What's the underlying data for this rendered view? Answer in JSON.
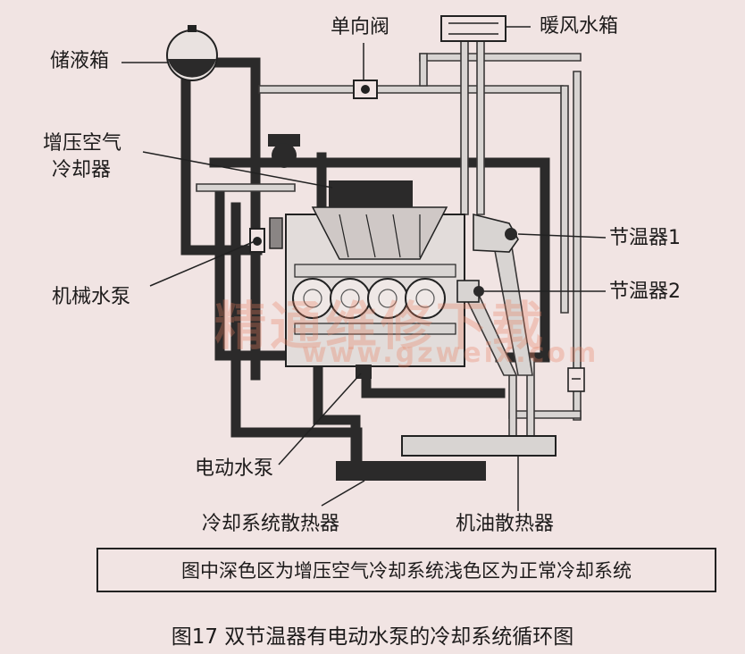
{
  "labels": {
    "reservoir": "储液箱",
    "check_valve": "单向阀",
    "heater_core": "暖风水箱",
    "intercooler_line1": "增压空气",
    "intercooler_line2": "冷却器",
    "thermostat1": "节温器1",
    "mech_pump": "机械水泵",
    "thermostat2": "节温器2",
    "elec_pump": "电动水泵",
    "radiator": "冷却系统散热器",
    "oil_cooler": "机油散热器"
  },
  "caption_box": "图中深色区为增压空气冷却系统浅色区为正常冷却系统",
  "figure_title": "图17    双节温器有电动水泵的冷却系统循环图",
  "watermark": {
    "text": "精通维修下载",
    "url": "www.gzweix.com"
  },
  "colors": {
    "background": "#f1e4e3",
    "dark_circuit": "#2b2a2a",
    "light_circuit": "#d8d4d2",
    "outline": "#3a3838"
  }
}
